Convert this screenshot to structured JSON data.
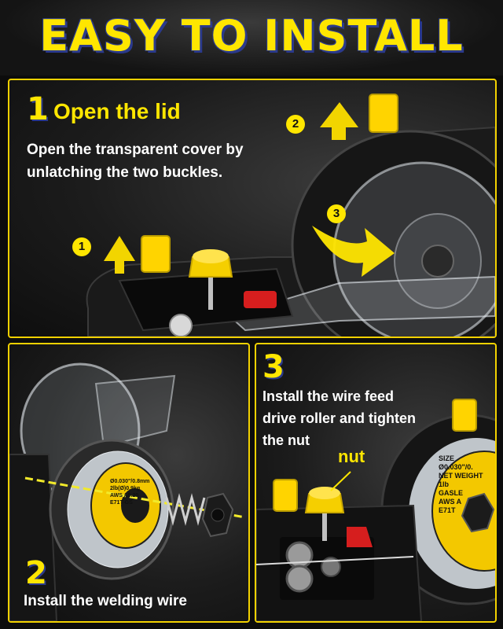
{
  "banner": {
    "title": "EASY TO INSTALL"
  },
  "step1": {
    "number": "1",
    "heading": "Open the lid",
    "description_line1": "Open the transparent cover by",
    "description_line2": "unlatching the two buckles.",
    "markers": [
      "1",
      "2",
      "3"
    ]
  },
  "step2": {
    "number": "2",
    "caption": "Install the welding wire",
    "spool_label": {
      "line1": "AWS A5.20",
      "line2": "E71T-GS",
      "size": "Ø0.030\"/0.8mm",
      "weight": "2lb(Ø)0.9kg"
    }
  },
  "step3": {
    "number": "3",
    "description_line1": "Install the wire feed",
    "description_line2": "drive roller and tighten",
    "description_line3": "the nut",
    "callout": "nut",
    "spool_label": {
      "brand": "GASLE",
      "size_title": "SIZE",
      "size": "Ø0.030\"/0.",
      "weight_title": "NET WEIGHT",
      "weight": "1lb",
      "line1": "AWS A",
      "line2": "E71T"
    }
  },
  "colors": {
    "accent": "#ffe600",
    "outline": "#2b3a8c",
    "border": "#f2d100"
  }
}
